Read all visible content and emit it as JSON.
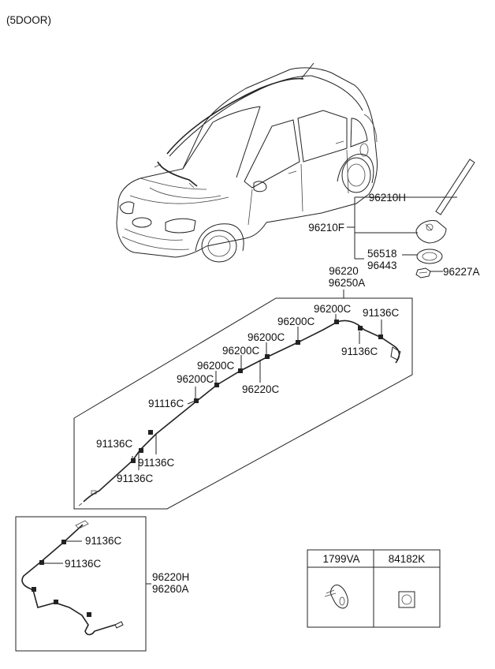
{
  "variant_label": "(5DOOR)",
  "callouts": {
    "p96210H": "96210H",
    "p96210F": "96210F",
    "p56518": "56518",
    "p96443": "96443",
    "p96227A": "96227A",
    "p96220": "96220",
    "p96250A": "96250A",
    "p96220C": "96220C",
    "p91116C": "91116C",
    "p96220H": "96220H",
    "p96260A": "96260A",
    "p96200C": "96200C",
    "p91136C": "91136C"
  },
  "parts_table": {
    "headers": [
      "1799VA",
      "84182K"
    ]
  }
}
